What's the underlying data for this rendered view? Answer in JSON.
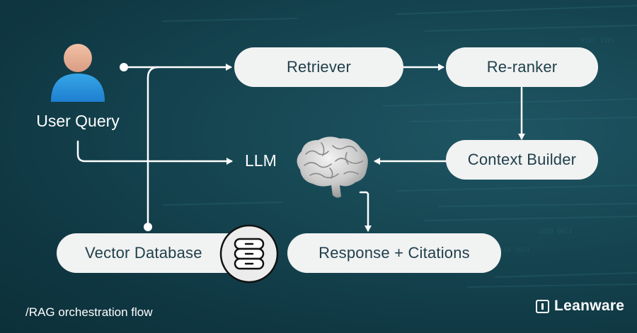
{
  "nodes": {
    "user_query": "User Query",
    "retriever": "Retriever",
    "reranker": "Re-ranker",
    "context_builder": "Context Builder",
    "llm": "LLM",
    "vector_database": "Vector Database",
    "response": "Response + Citations"
  },
  "caption": "/RAG orchestration flow",
  "brand": "Leanware",
  "icons": {
    "user": "user-icon",
    "brain": "brain-icon",
    "database": "database-icon",
    "logo": "leanware-logo-icon"
  },
  "colors": {
    "background": "#164753",
    "node_fill": "#f1f2f2",
    "node_text": "#1f3f4a",
    "connector": "#ffffff"
  }
}
